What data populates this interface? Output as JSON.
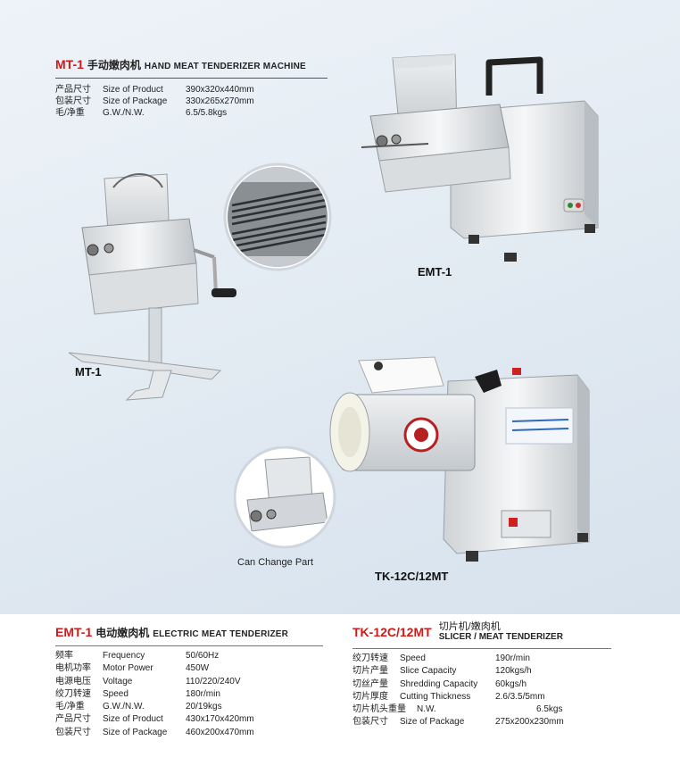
{
  "mt1": {
    "code": "MT-1",
    "name_cn": "手动嫩肉机",
    "name_en": "HAND MEAT TENDERIZER MACHINE",
    "specs": [
      {
        "cn": "产品尺寸",
        "en": "Size of Product",
        "value": "390x320x440mm"
      },
      {
        "cn": "包装尺寸",
        "en": "Size of Package",
        "value": "330x265x270mm"
      },
      {
        "cn": "毛/净重",
        "en": "G.W./N.W.",
        "value": "6.5/5.8kgs"
      }
    ]
  },
  "labels": {
    "emt1": "EMT-1",
    "mt1": "MT-1",
    "tk": "TK-12C/12MT",
    "change_part": "Can Change Part"
  },
  "emt1": {
    "code": "EMT-1",
    "name_cn": "电动嫩肉机",
    "name_en": "ELECTRIC MEAT TENDERIZER",
    "specs": [
      {
        "cn": "频率",
        "en": "Frequency",
        "value": "50/60Hz"
      },
      {
        "cn": "电机功率",
        "en": "Motor Power",
        "value": "450W"
      },
      {
        "cn": "电源电压",
        "en": "Voltage",
        "value": "110/220/240V"
      },
      {
        "cn": "绞刀转速",
        "en": "Speed",
        "value": "180r/min"
      },
      {
        "cn": "毛/净重",
        "en": "G.W./N.W.",
        "value": "20/19kgs"
      },
      {
        "cn": "产品尺寸",
        "en": "Size of Product",
        "value": "430x170x420mm"
      },
      {
        "cn": "包装尺寸",
        "en": "Size of Package",
        "value": "460x200x470mm"
      }
    ]
  },
  "tk": {
    "code": "TK-12C/12MT",
    "name_cn": "切片机/嫩肉机",
    "name_en": "SLICER / MEAT TENDERIZER",
    "specs": [
      {
        "cn": "绞刀转速",
        "en": "Speed",
        "value": "190r/min"
      },
      {
        "cn": "切片产量",
        "en": "Slice Capacity",
        "value": "120kgs/h"
      },
      {
        "cn": "切丝产量",
        "en": "Shredding Capacity",
        "value": "60kgs/h"
      },
      {
        "cn": "切片厚度",
        "en": "Cutting Thickness",
        "value": "2.6/3.5/5mm"
      },
      {
        "cn": "切片机头重量",
        "en": "N.W.",
        "value": "6.5kgs"
      },
      {
        "cn": "包装尺寸",
        "en": "Size of Package",
        "value": "275x200x230mm"
      }
    ]
  }
}
